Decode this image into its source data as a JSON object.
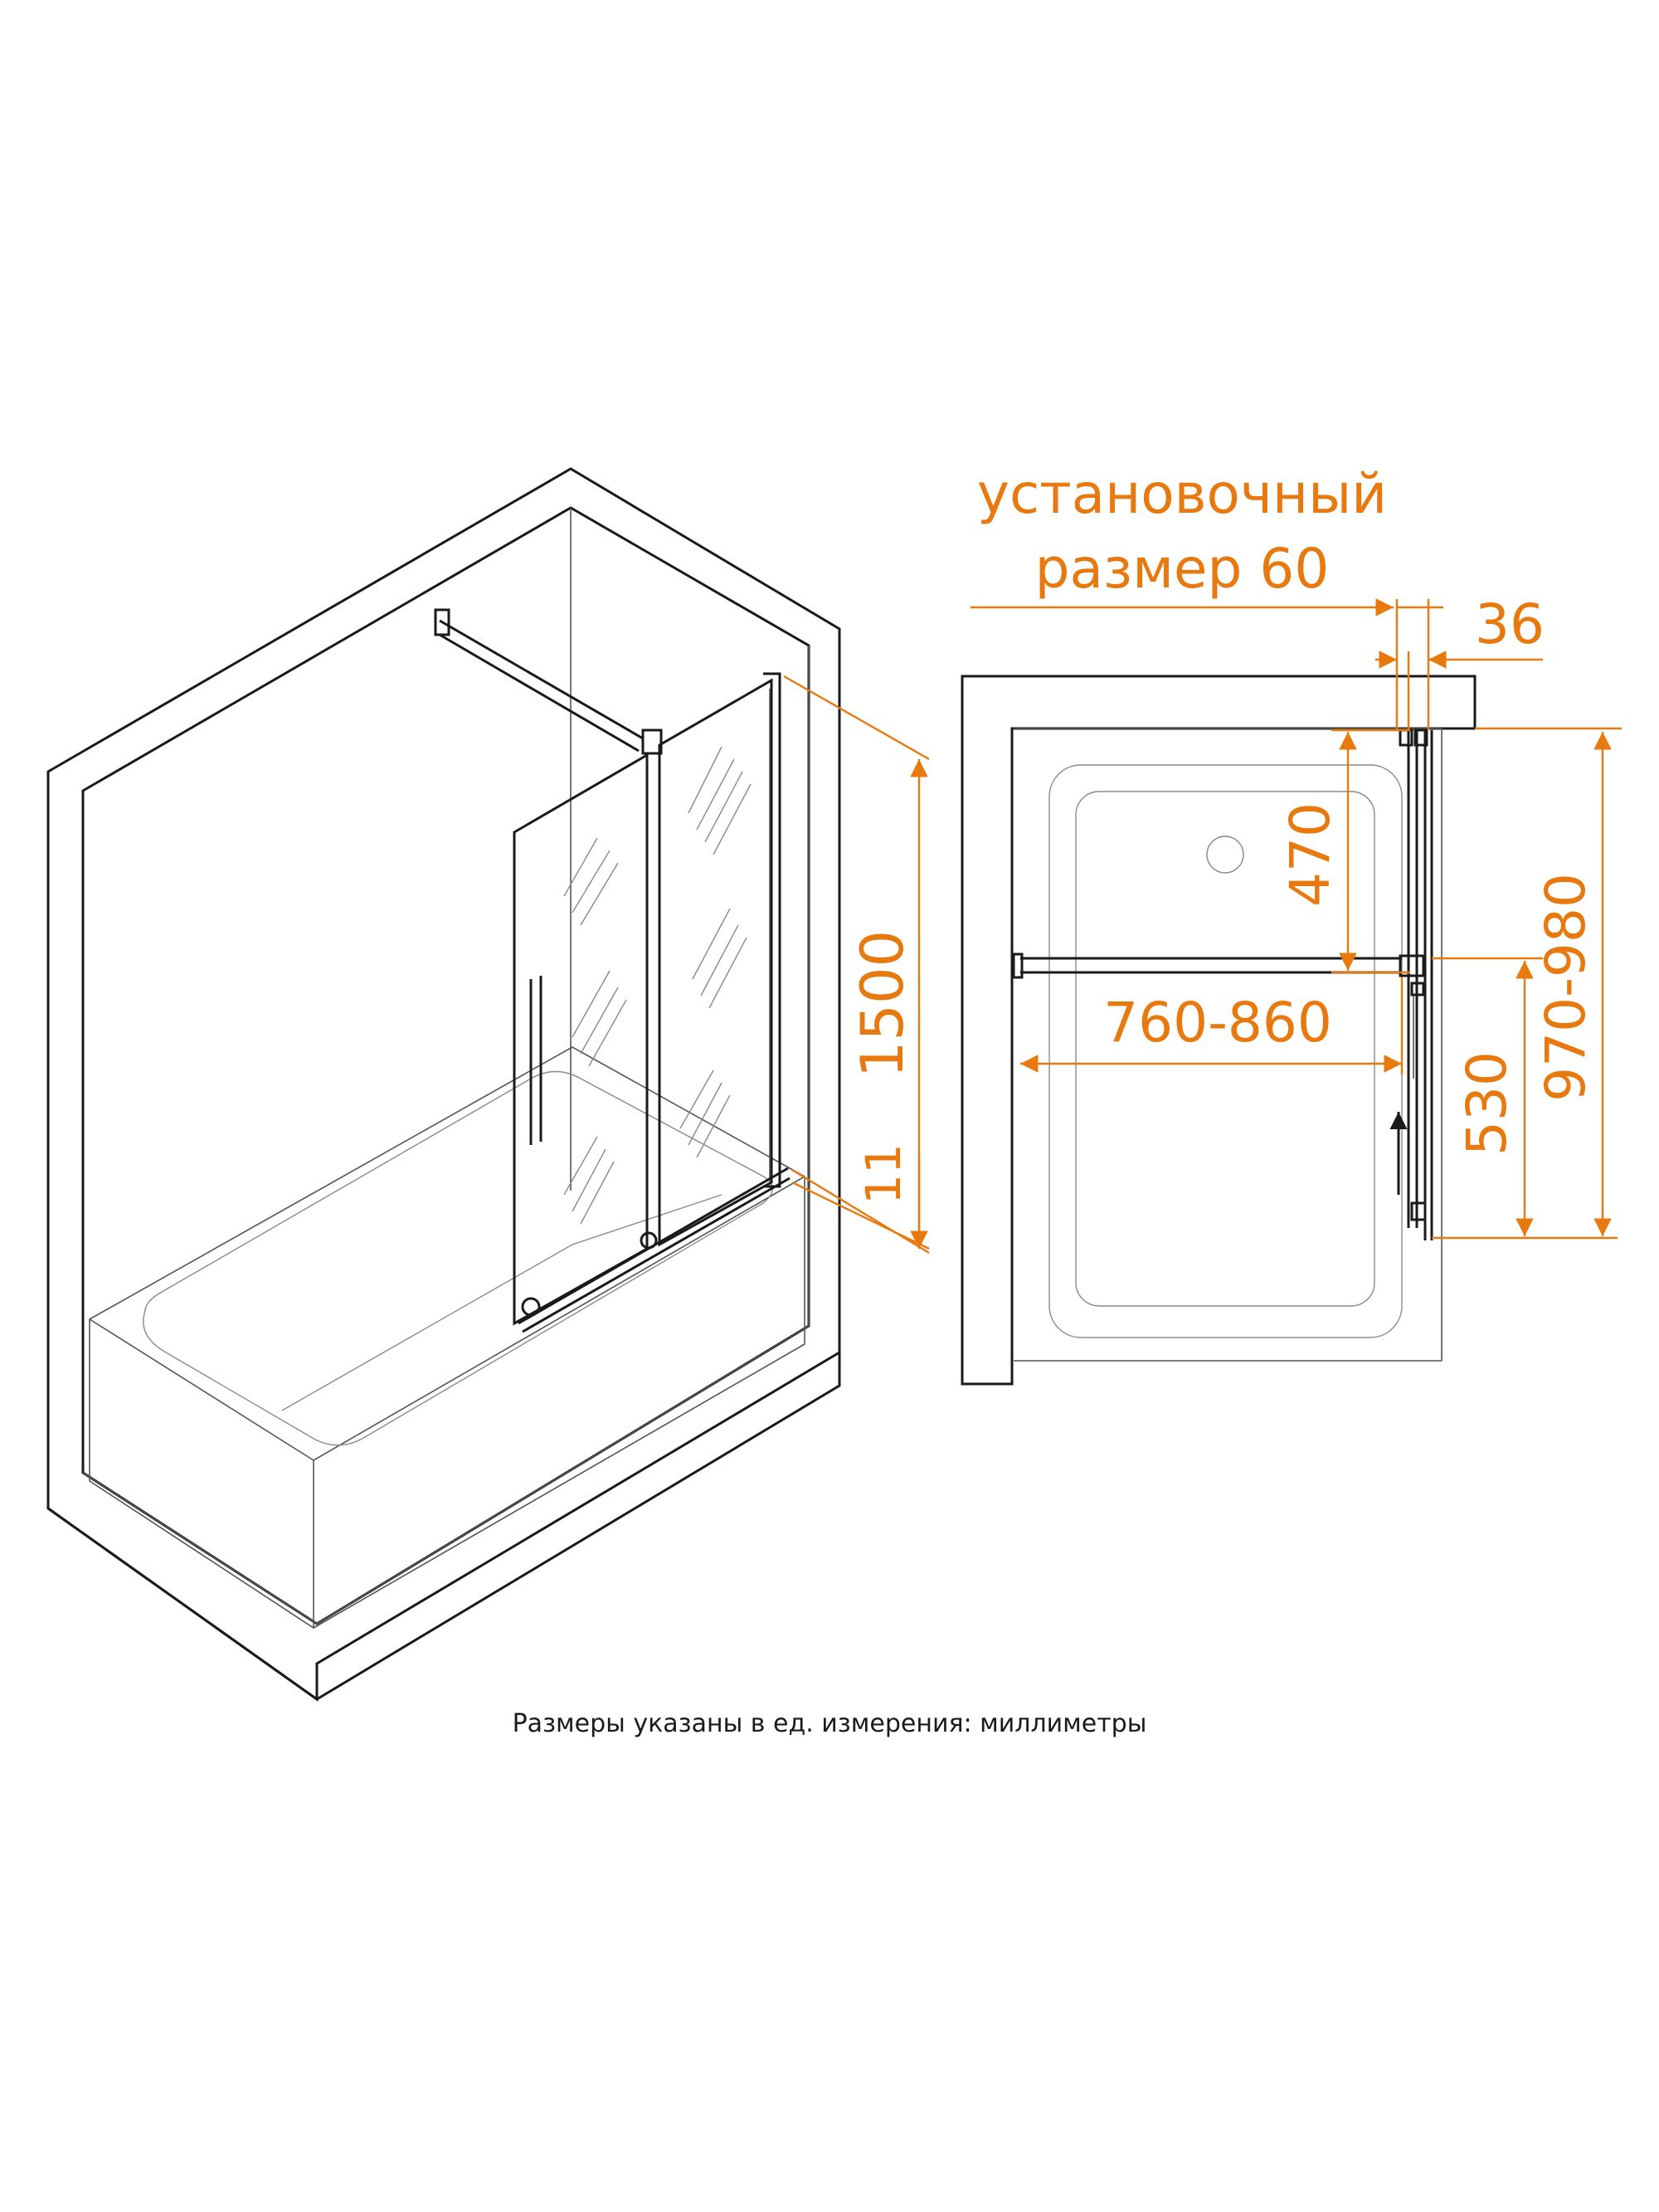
{
  "labels": {
    "install_line1": "установочный",
    "install_line2": "размер 60",
    "d36": "36",
    "d1500": "1500",
    "d11": "11",
    "d470": "470",
    "d760_860": "760-860",
    "d530": "530",
    "d970_980": "970-980"
  },
  "caption": "Размеры указаны в ед. измерения: миллиметры",
  "colors": {
    "dimension": "#E8790F",
    "line": "#1a1a1a"
  }
}
